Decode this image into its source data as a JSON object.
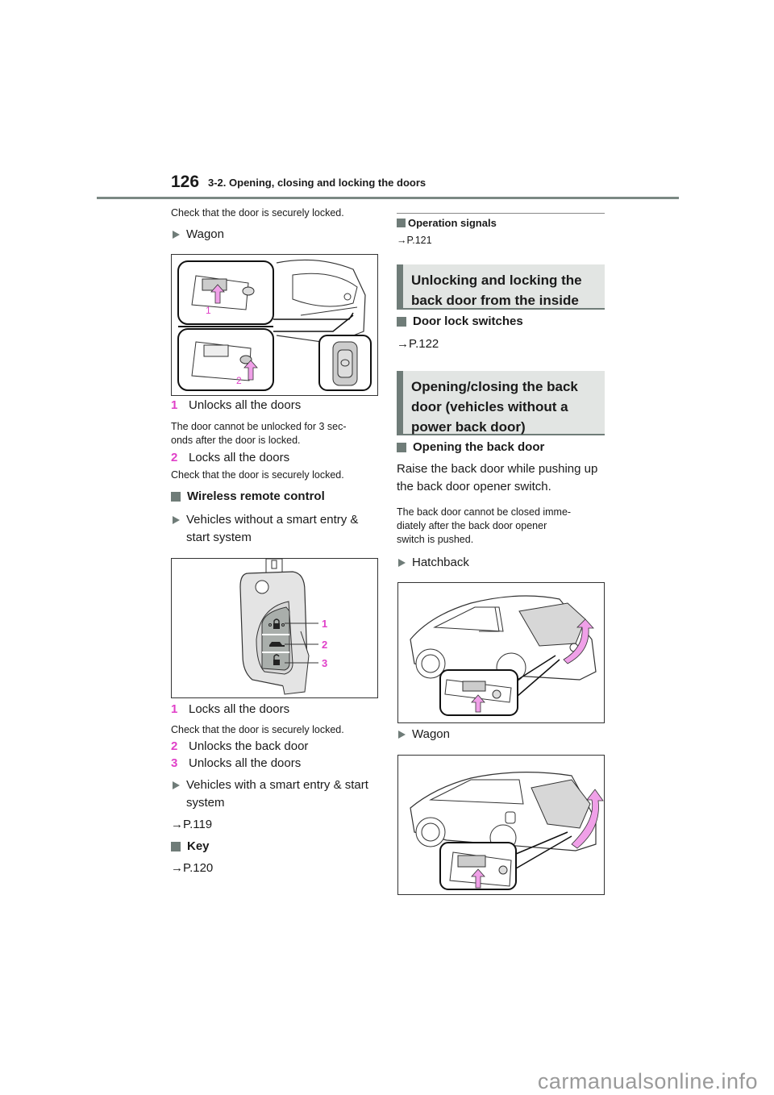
{
  "header": {
    "page_number": "126",
    "chapter_title": "3-2. Opening, closing and locking the doors"
  },
  "left_column": {
    "intro_note": "Check that the door is securely locked.",
    "wagon_label": "Wagon",
    "wagon_figure": {
      "callouts": [
        "1",
        "2"
      ]
    },
    "wagon_items": [
      {
        "num": "1",
        "text": "Unlocks all the doors",
        "note": "The door cannot be unlocked for 3 sec-\nonds after the door is locked."
      },
      {
        "num": "2",
        "text": "Locks all the doors",
        "note": "Check that the door is securely locked."
      }
    ],
    "wireless_heading": "Wireless remote control",
    "without_smart_label": "Vehicles without a smart entry & start system",
    "fob_figure": {
      "callouts": [
        "1",
        "2",
        "3"
      ]
    },
    "fob_items": [
      {
        "num": "1",
        "text": "Locks all the doors",
        "note": "Check that the door is securely locked."
      },
      {
        "num": "2",
        "text": "Unlocks the back door"
      },
      {
        "num": "3",
        "text": "Unlocks all the doors"
      }
    ],
    "with_smart_label": "Vehicles with a smart entry & start system",
    "with_smart_ref": "→P.119",
    "key_heading": "Key",
    "key_ref": "→P.120"
  },
  "right_column": {
    "operation_signals_heading": "Operation signals",
    "operation_signals_ref": "→P.121",
    "section1_title": "Unlocking and locking the back door from the inside",
    "door_lock_switches_heading": "Door lock switches",
    "door_lock_switches_ref": "→P.122",
    "section2_title": "Opening/closing the back door (vehicles without a power back door)",
    "opening_heading": "Opening the back door",
    "opening_body": "Raise the back door while pushing up the back door opener switch.",
    "opening_note": "The back door cannot be closed imme-\ndiately after the back door opener\nswitch is pushed.",
    "hatchback_label": "Hatchback",
    "wagon_label": "Wagon"
  },
  "watermark": "carmanualsonline.info",
  "colors": {
    "callout": "#e040c8",
    "accent_gray": "#6f7c78",
    "section_bg": "#e2e5e3",
    "arrow_pink": "#f0a0e8"
  }
}
